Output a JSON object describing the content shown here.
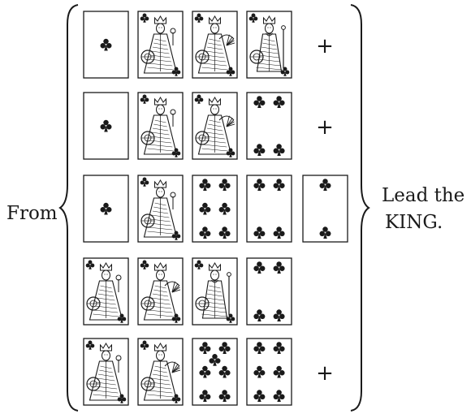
{
  "labels": {
    "left": "From",
    "right_line1": "Lead the",
    "right_line2": "KING."
  },
  "rows": [
    {
      "cards": [
        {
          "kind": "pip",
          "count": 1
        },
        {
          "kind": "face",
          "face": "queen"
        },
        {
          "kind": "face",
          "face": "queen-fan"
        },
        {
          "kind": "face",
          "face": "king"
        }
      ],
      "mark": "+"
    },
    {
      "cards": [
        {
          "kind": "pip",
          "count": 1
        },
        {
          "kind": "face",
          "face": "queen"
        },
        {
          "kind": "face",
          "face": "queen-fan"
        },
        {
          "kind": "pip",
          "count": 4
        }
      ],
      "mark": "+"
    },
    {
      "cards": [
        {
          "kind": "pip",
          "count": 1
        },
        {
          "kind": "face",
          "face": "queen"
        },
        {
          "kind": "pip",
          "count": 6
        },
        {
          "kind": "pip",
          "count": 4
        },
        {
          "kind": "pip",
          "count": 2
        }
      ],
      "mark": ""
    },
    {
      "cards": [
        {
          "kind": "face",
          "face": "queen"
        },
        {
          "kind": "face",
          "face": "queen-fan"
        },
        {
          "kind": "face",
          "face": "king"
        },
        {
          "kind": "pip",
          "count": 4
        }
      ],
      "mark": ""
    },
    {
      "cards": [
        {
          "kind": "face",
          "face": "queen"
        },
        {
          "kind": "face",
          "face": "queen-fan"
        },
        {
          "kind": "pip",
          "count": 7
        },
        {
          "kind": "pip",
          "count": 6
        }
      ],
      "mark": "+"
    }
  ],
  "suit": "clubs",
  "colors": {
    "ink": "#1a1a1a",
    "paper": "#ffffff"
  }
}
